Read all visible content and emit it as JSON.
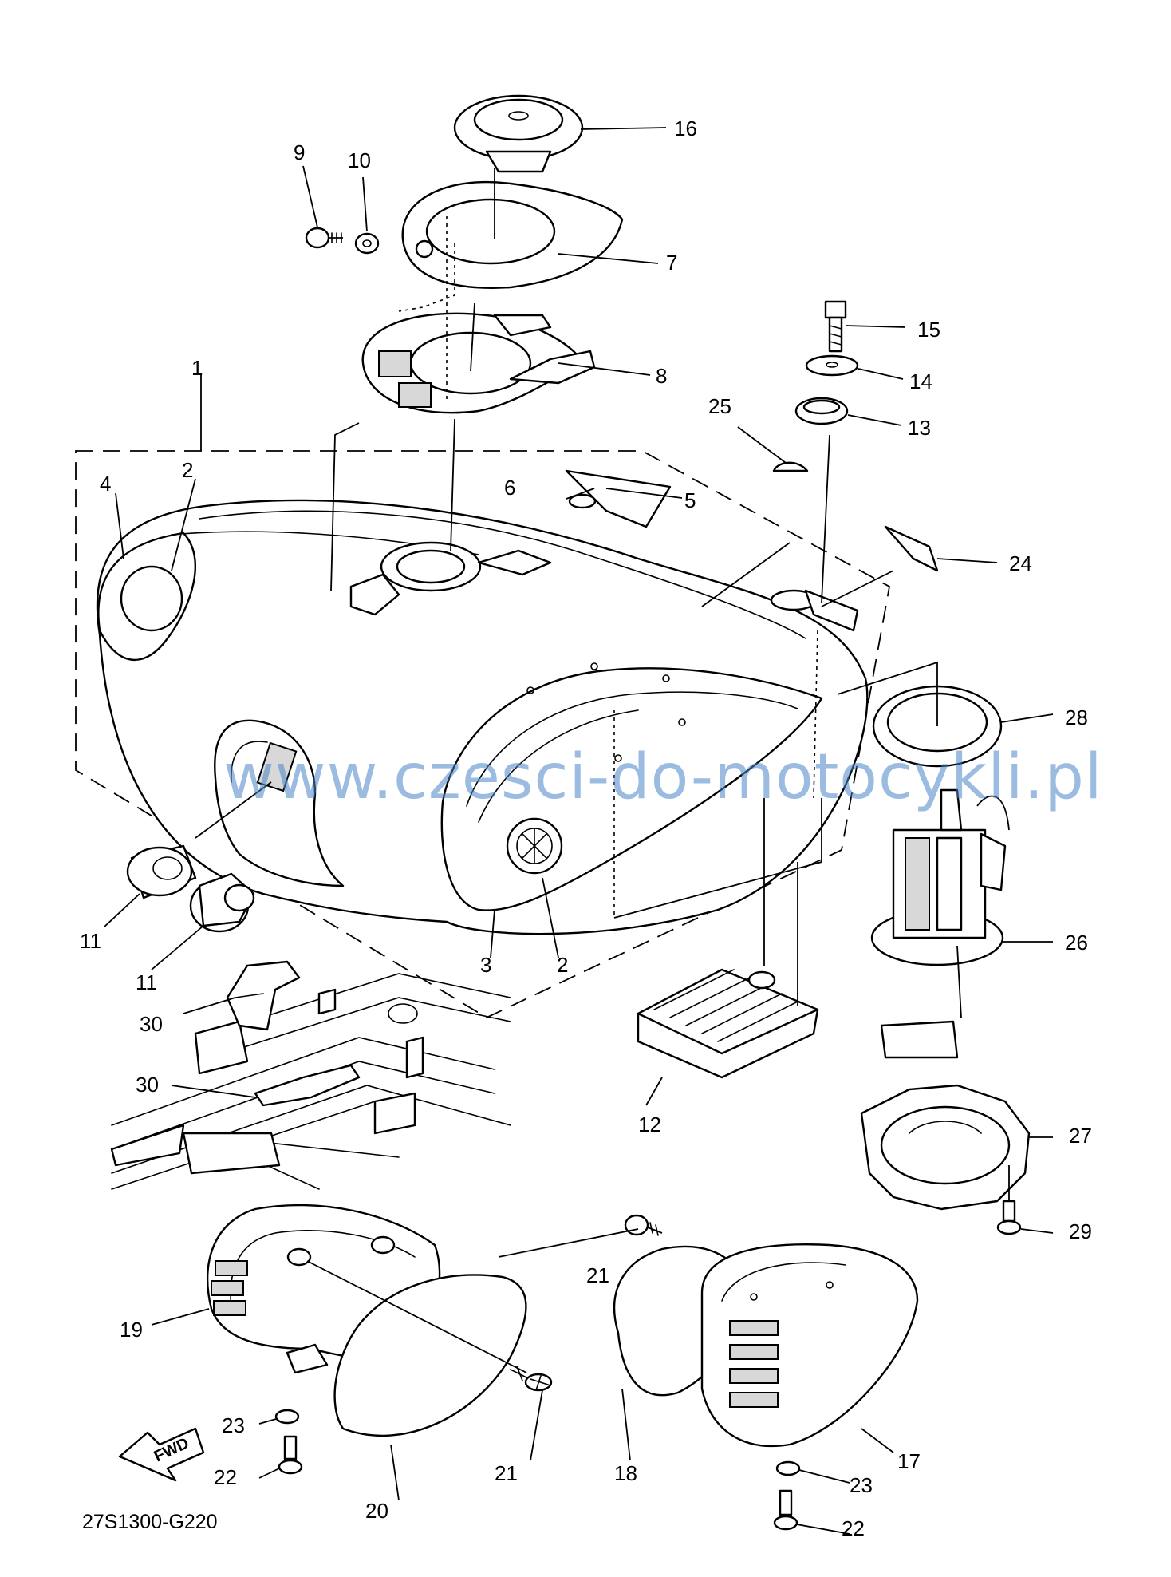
{
  "diagram": {
    "code": "27S1300-G220",
    "watermark": "www.czesci-do-motocykli.pl",
    "fwd_label": "FWD",
    "callouts": [
      {
        "id": "c1",
        "label": "1"
      },
      {
        "id": "c2a",
        "label": "2"
      },
      {
        "id": "c2b",
        "label": "2"
      },
      {
        "id": "c3",
        "label": "3"
      },
      {
        "id": "c4",
        "label": "4"
      },
      {
        "id": "c5",
        "label": "5"
      },
      {
        "id": "c6",
        "label": "6"
      },
      {
        "id": "c7",
        "label": "7"
      },
      {
        "id": "c8",
        "label": "8"
      },
      {
        "id": "c9",
        "label": "9"
      },
      {
        "id": "c10",
        "label": "10"
      },
      {
        "id": "c11a",
        "label": "11"
      },
      {
        "id": "c11b",
        "label": "11"
      },
      {
        "id": "c12",
        "label": "12"
      },
      {
        "id": "c13",
        "label": "13"
      },
      {
        "id": "c14",
        "label": "14"
      },
      {
        "id": "c15",
        "label": "15"
      },
      {
        "id": "c16",
        "label": "16"
      },
      {
        "id": "c17",
        "label": "17"
      },
      {
        "id": "c18",
        "label": "18"
      },
      {
        "id": "c19",
        "label": "19"
      },
      {
        "id": "c20",
        "label": "20"
      },
      {
        "id": "c21a",
        "label": "21"
      },
      {
        "id": "c21b",
        "label": "21"
      },
      {
        "id": "c22a",
        "label": "22"
      },
      {
        "id": "c22b",
        "label": "22"
      },
      {
        "id": "c23a",
        "label": "23"
      },
      {
        "id": "c23b",
        "label": "23"
      },
      {
        "id": "c24",
        "label": "24"
      },
      {
        "id": "c25",
        "label": "25"
      },
      {
        "id": "c26",
        "label": "26"
      },
      {
        "id": "c27",
        "label": "27"
      },
      {
        "id": "c28",
        "label": "28"
      },
      {
        "id": "c29",
        "label": "29"
      },
      {
        "id": "c30a",
        "label": "30"
      },
      {
        "id": "c30b",
        "label": "30"
      }
    ]
  }
}
